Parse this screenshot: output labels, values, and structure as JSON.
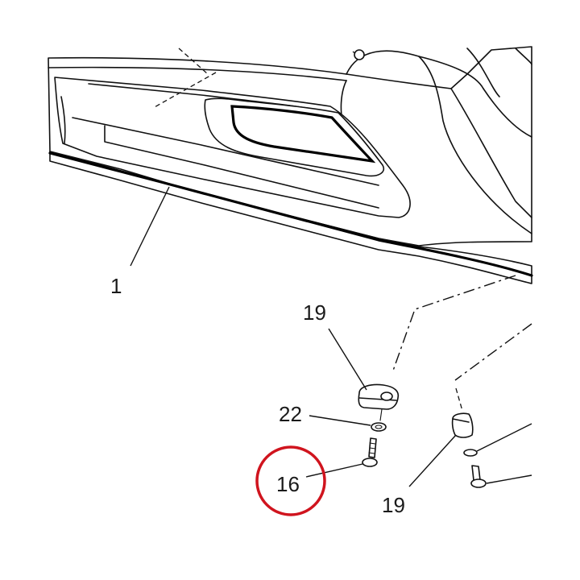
{
  "callouts": {
    "part_1": "1",
    "part_19_top": "19",
    "part_22": "22",
    "part_16": "16",
    "part_19_bottom": "19"
  },
  "highlight": {
    "target": "16",
    "color": "#d0141e"
  }
}
